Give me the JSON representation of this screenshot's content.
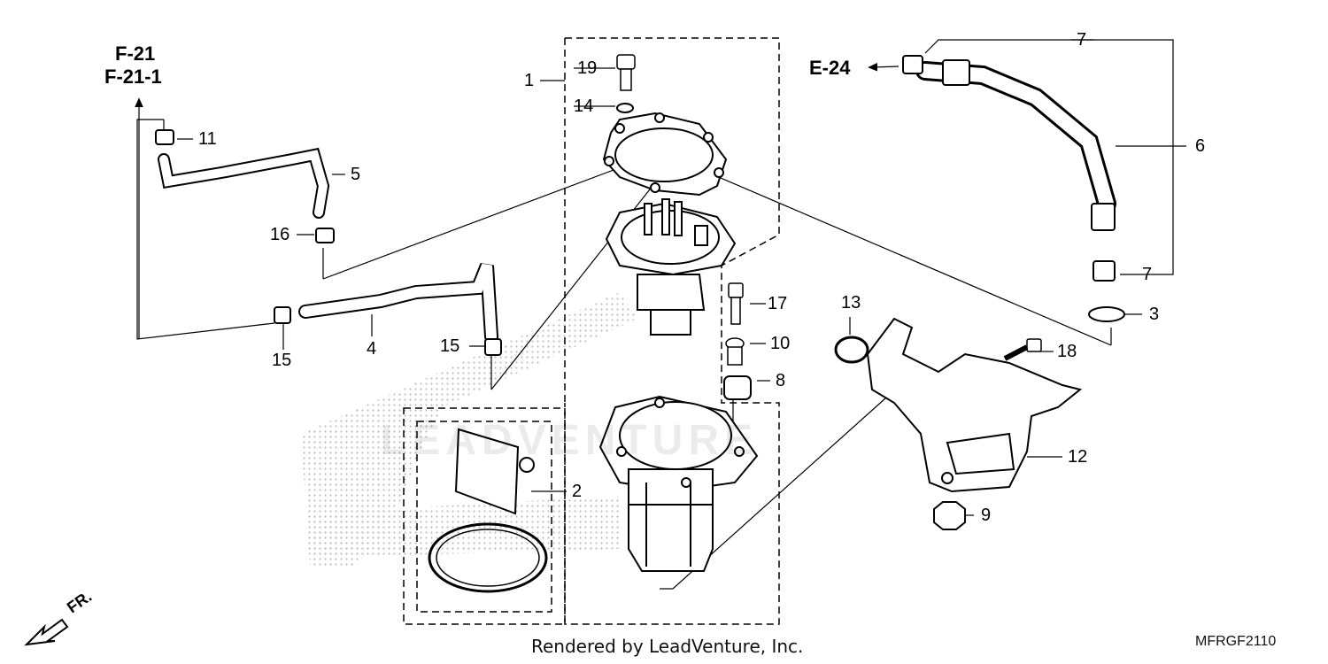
{
  "references": {
    "top_left_1": "F-21",
    "top_left_2": "F-21-1",
    "top_right": "E-24"
  },
  "callouts": {
    "c1": "1",
    "c2": "2",
    "c3": "3",
    "c4": "4",
    "c5": "5",
    "c6": "6",
    "c7a": "7",
    "c7b": "7",
    "c8": "8",
    "c9": "9",
    "c10": "10",
    "c11": "11",
    "c12": "12",
    "c13": "13",
    "c14": "14",
    "c15a": "15",
    "c15b": "15",
    "c16": "16",
    "c17": "17",
    "c18": "18",
    "c19": "19"
  },
  "footer": {
    "rendered_by": "Rendered by LeadVenture, Inc.",
    "diagram_code": "MFRGF2110",
    "front_marker": "FR."
  },
  "watermark": "LEADVENTURE"
}
